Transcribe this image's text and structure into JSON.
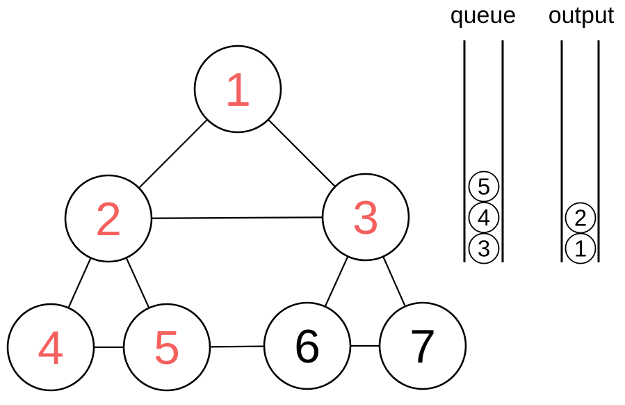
{
  "palette": {
    "edge_color": "#000000",
    "node_stroke": "#000000",
    "visited_label_color": "#f4605d",
    "unvisited_label_color": "#000000"
  },
  "graph": {
    "nodes": [
      {
        "label": "1",
        "color": "#f4605d"
      },
      {
        "label": "2",
        "color": "#f4605d"
      },
      {
        "label": "3",
        "color": "#f4605d"
      },
      {
        "label": "4",
        "color": "#f4605d"
      },
      {
        "label": "5",
        "color": "#f4605d"
      },
      {
        "label": "6",
        "color": "#000000"
      },
      {
        "label": "7",
        "color": "#000000"
      }
    ],
    "edges": [
      [
        "1",
        "2"
      ],
      [
        "1",
        "3"
      ],
      [
        "2",
        "3"
      ],
      [
        "2",
        "4"
      ],
      [
        "2",
        "5"
      ],
      [
        "3",
        "6"
      ],
      [
        "3",
        "7"
      ],
      [
        "4",
        "5"
      ],
      [
        "5",
        "6"
      ],
      [
        "6",
        "7"
      ]
    ]
  },
  "queue": {
    "label": "queue",
    "items": [
      "5",
      "4",
      "3"
    ]
  },
  "output": {
    "label": "output",
    "items": [
      "2",
      "1"
    ]
  }
}
